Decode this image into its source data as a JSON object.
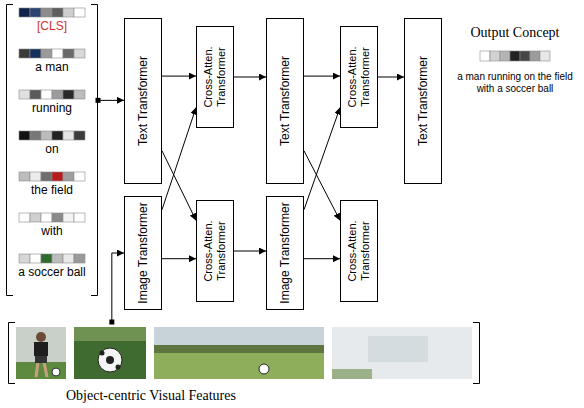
{
  "diagram": {
    "nodes": [
      {
        "text": [
          "[CLS]",
          "a man",
          "running",
          "on",
          "the field",
          "with",
          "a soccer ball"
        ]
      },
      {
        "text": [
          "Text Transformer"
        ]
      },
      {
        "text": [
          "Image Transformer"
        ]
      },
      {
        "text": [
          "Cross-Atten. Transformer"
        ]
      },
      {
        "text": [
          "Cross-Atten. Transformer"
        ]
      },
      {
        "text": [
          "Text Transformer"
        ]
      },
      {
        "text": [
          "Image Transformer"
        ]
      },
      {
        "text": [
          "Cross-Atten. Transformer"
        ]
      },
      {
        "text": [
          "Cross-Atten. Transformer"
        ]
      },
      {
        "text": [
          "Text Transformer"
        ]
      },
      {
        "text": [
          "Output Concept",
          "a man running on the field with a soccer ball"
        ]
      },
      {
        "text": [
          "Object-centric Visual Features"
        ]
      }
    ],
    "edges": [
      {
        "from": 0,
        "to": 1,
        "arrow": "to"
      },
      {
        "from": 11,
        "to": 2,
        "arrow": "to"
      },
      {
        "from": 1,
        "to": 3,
        "arrow": "to"
      },
      {
        "from": 1,
        "to": 4,
        "arrow": "to"
      },
      {
        "from": 2,
        "to": 3,
        "arrow": "to"
      },
      {
        "from": 2,
        "to": 4,
        "arrow": "to"
      },
      {
        "from": 3,
        "to": 5,
        "arrow": "to"
      },
      {
        "from": 4,
        "to": 6,
        "arrow": "to"
      },
      {
        "from": 5,
        "to": 7,
        "arrow": "to"
      },
      {
        "from": 5,
        "to": 8,
        "arrow": "to"
      },
      {
        "from": 6,
        "to": 7,
        "arrow": "to"
      },
      {
        "from": 6,
        "to": 8,
        "arrow": "to"
      },
      {
        "from": 7,
        "to": 9,
        "arrow": "to"
      }
    ]
  }
}
